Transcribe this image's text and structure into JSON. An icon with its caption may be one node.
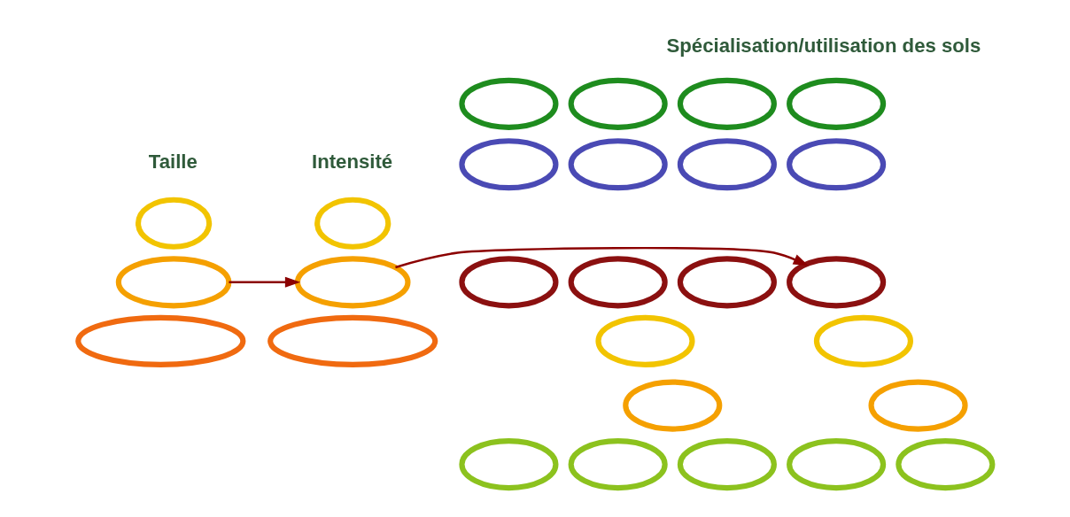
{
  "diagram": {
    "nodes": [
      {
        "text": [],
        "shape": "ellipse"
      },
      {
        "text": [],
        "shape": "ellipse"
      },
      {
        "text": [],
        "shape": "ellipse"
      },
      {
        "text": [],
        "shape": "ellipse"
      },
      {
        "text": [],
        "shape": "ellipse"
      },
      {
        "text": [],
        "shape": "ellipse"
      },
      {
        "text": [],
        "shape": "ellipse"
      },
      {
        "text": [],
        "shape": "ellipse"
      },
      {
        "text": [],
        "shape": "ellipse"
      },
      {
        "text": [],
        "shape": "ellipse"
      },
      {
        "text": [],
        "shape": "ellipse"
      },
      {
        "text": [],
        "shape": "ellipse"
      },
      {
        "text": [],
        "shape": "ellipse"
      },
      {
        "text": [],
        "shape": "ellipse"
      },
      {
        "text": [],
        "shape": "ellipse"
      },
      {
        "text": [],
        "shape": "ellipse"
      },
      {
        "text": [],
        "shape": "ellipse"
      },
      {
        "text": [],
        "shape": "ellipse"
      },
      {
        "text": [],
        "shape": "ellipse"
      },
      {
        "text": [],
        "shape": "ellipse"
      },
      {
        "text": [],
        "shape": "ellipse"
      },
      {
        "text": [],
        "shape": "ellipse"
      },
      {
        "text": [],
        "shape": "ellipse"
      },
      {
        "text": [],
        "shape": "ellipse"
      },
      {
        "text": [],
        "shape": "ellipse"
      },
      {
        "text": [],
        "shape": "ellipse"
      },
      {
        "text": [],
        "shape": "ellipse"
      }
    ],
    "edges": [
      {
        "from": 1,
        "to": 4,
        "arrow": "to"
      },
      {
        "from": 4,
        "to": 14,
        "arrow": "to"
      }
    ],
    "labels": [
      "Spécialisation/utilisation des sols",
      "Taille",
      "Intensité"
    ]
  }
}
